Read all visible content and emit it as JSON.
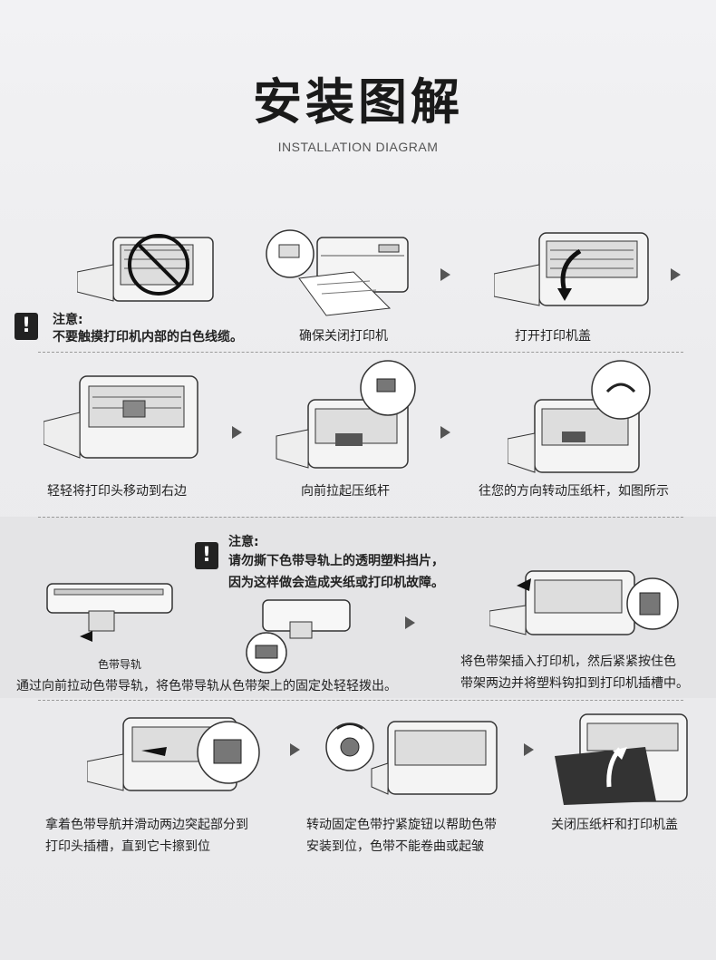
{
  "header": {
    "title": "安装图解",
    "subtitle": "INSTALLATION DIAGRAM"
  },
  "row1": {
    "warning": {
      "title": "注意:",
      "text": "不要触摸打印机内部的白色线缆。"
    },
    "step2": "确保关闭打印机",
    "step3": "打开打印机盖"
  },
  "row2": {
    "step1": "轻轻将打印头移动到右边",
    "step2": "向前拉起压纸杆",
    "step3": "往您的方向转动压纸杆，如图所示"
  },
  "row3": {
    "warning": {
      "title": "注意:",
      "line1": "请勿撕下色带导轨上的透明塑料挡片，",
      "line2": "因为这样做会造成夹纸或打印机故障。"
    },
    "guide_label": "色带导轨",
    "step1": "通过向前拉动色带导轨，将色带导轨从色带架上的固定处轻轻拨出。",
    "step2_line1": "将色带架插入打印机，然后紧紧按住色",
    "step2_line2": "带架两边并将塑料钩扣到打印机插槽中。"
  },
  "row4": {
    "step1_line1": "拿着色带导航并滑动两边突起部分到",
    "step1_line2": "打印头插槽，直到它卡擦到位",
    "step2_line1": "转动固定色带拧紧旋钮以帮助色带",
    "step2_line2": "安装到位，色带不能卷曲或起皱",
    "step3": "关闭压纸杆和打印机盖"
  }
}
